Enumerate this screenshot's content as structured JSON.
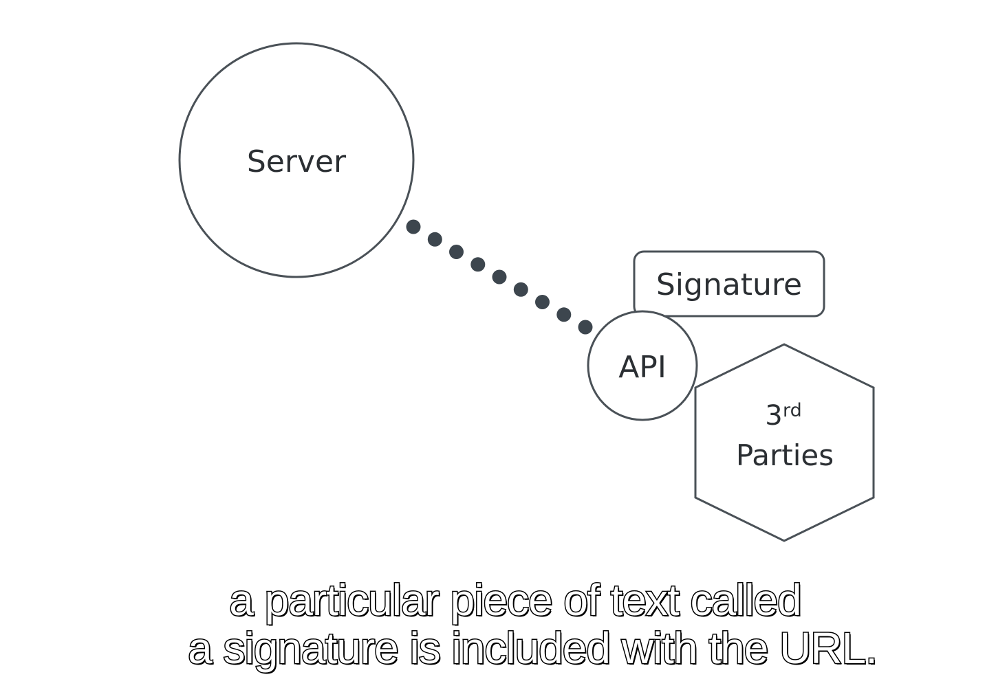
{
  "diagram": {
    "nodes": {
      "server": {
        "label": "Server"
      },
      "api": {
        "label": "API"
      },
      "signature": {
        "label": "Signature"
      },
      "third_parties": {
        "label_number": "3",
        "label_superscript": "rd",
        "label_word": "Parties"
      }
    },
    "colors": {
      "stroke": "#4a5157",
      "dot": "#3d464e",
      "text": "#2b2f33"
    }
  },
  "subtitle": {
    "line1": "a particular piece of text called",
    "line2": "a signature is included with the URL."
  }
}
